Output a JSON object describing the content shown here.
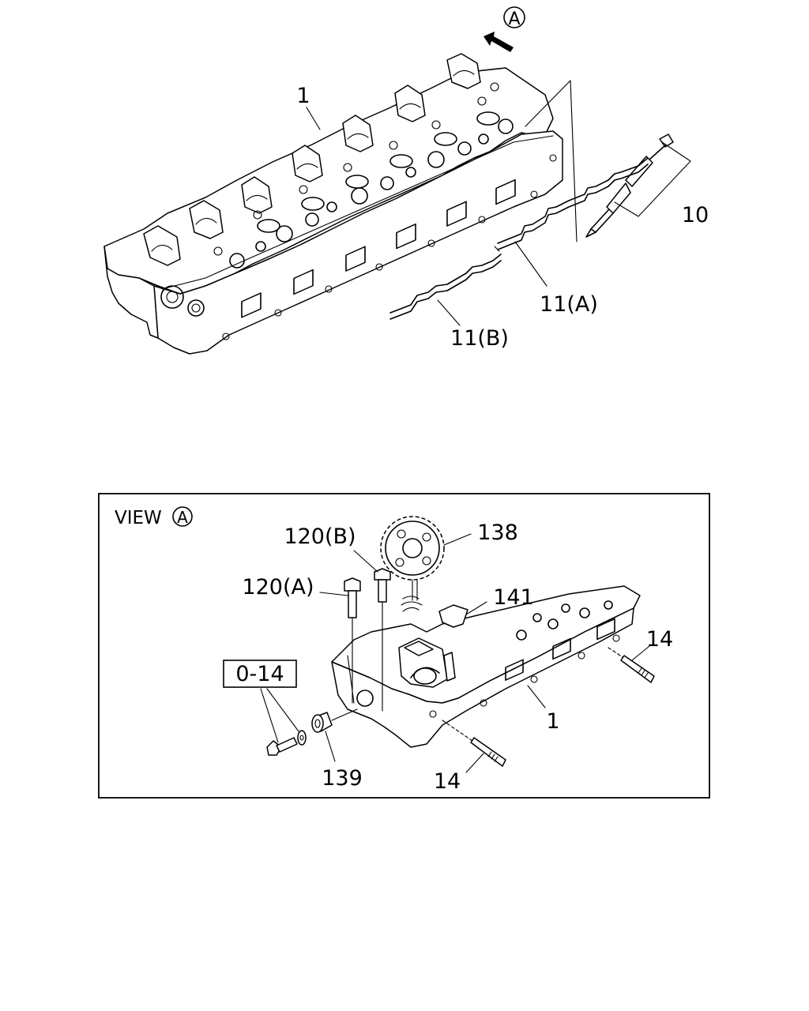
{
  "top_view": {
    "view_marker": "A",
    "callouts": {
      "cylinder_head": "1",
      "glow_plug": "10",
      "connector_a": "11(A)",
      "connector_b": "11(B)"
    }
  },
  "view_a": {
    "title": "VIEW",
    "title_marker": "A",
    "callouts": {
      "bolt_b": "120(B)",
      "bolt_a": "120(A)",
      "gear": "138",
      "cap": "141",
      "stud_right": "14",
      "cylinder_head": "1",
      "bolt_ref": "0-14",
      "bushing": "139",
      "stud_bottom": "14"
    }
  }
}
